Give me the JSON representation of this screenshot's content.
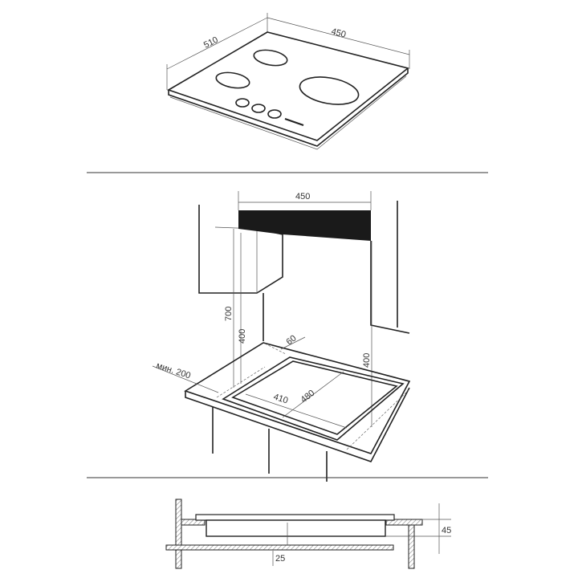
{
  "top_view": {
    "dim_depth": "510",
    "dim_width": "450"
  },
  "installation_view": {
    "dim_hood_width": "450",
    "dim_height_700": "700",
    "dim_height_400_left": "400",
    "dim_offset_60": "60",
    "dim_min_200": "мин. 200",
    "dim_height_400_right": "400",
    "dim_cutout_410": "410",
    "dim_cutout_480": "480"
  },
  "section_view": {
    "dim_45": "45",
    "dim_25": "25"
  },
  "colors": {
    "line": "#222222",
    "hood": "#1a1a1a"
  }
}
